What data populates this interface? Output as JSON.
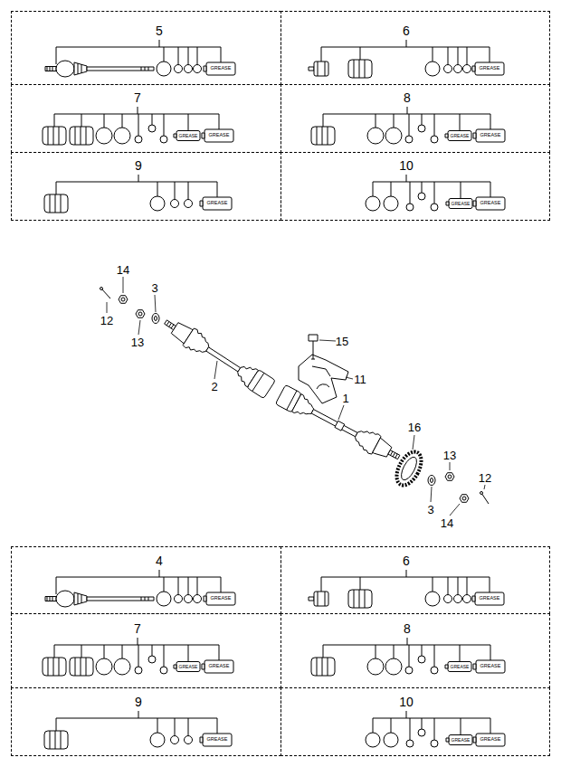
{
  "diagram": {
    "nodes": [
      {
        "text": [
          "5"
        ]
      },
      {
        "text": [
          "6"
        ]
      },
      {
        "text": [
          "7"
        ]
      },
      {
        "text": [
          "8"
        ]
      },
      {
        "text": [
          "9"
        ]
      },
      {
        "text": [
          "10"
        ]
      },
      {
        "text": [
          "4"
        ]
      },
      {
        "text": [
          "6"
        ]
      },
      {
        "text": [
          "7"
        ]
      },
      {
        "text": [
          "8"
        ]
      },
      {
        "text": [
          "9"
        ]
      },
      {
        "text": [
          "10"
        ]
      }
    ],
    "labels": [
      "GREASE",
      "GREASE",
      "GREASE",
      "GREASE",
      "GREASE",
      "GREASE",
      "GREASE",
      "GREASE",
      "GREASE",
      "14",
      "12",
      "13",
      "3",
      "2",
      "15",
      "11",
      "1",
      "16",
      "13",
      "3",
      "14",
      "12",
      "GREASE",
      "GREASE",
      "GREASE",
      "GREASE",
      "GREASE",
      "GREASE",
      "GREASE",
      "GREASE",
      "GREASE"
    ]
  }
}
